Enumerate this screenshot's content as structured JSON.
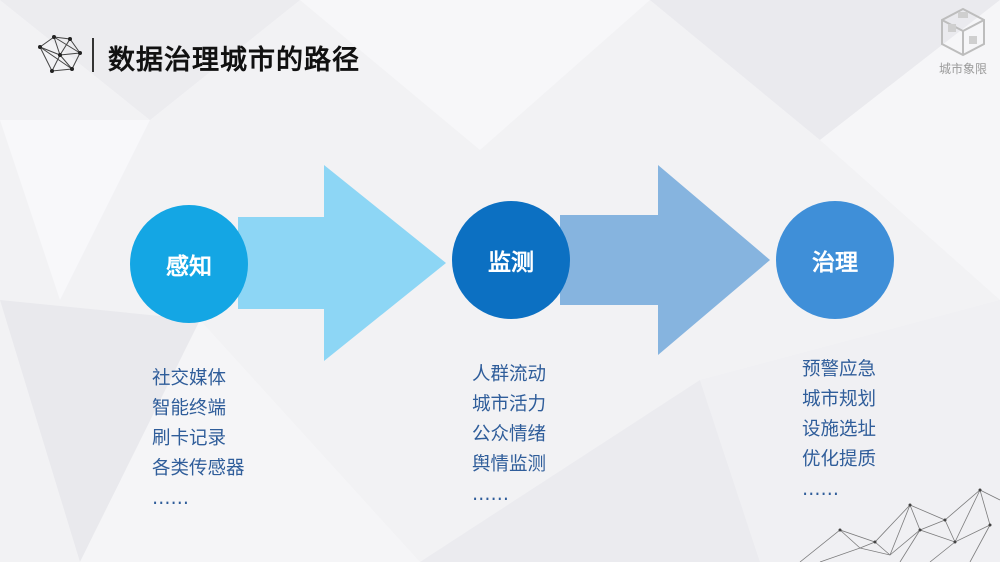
{
  "header": {
    "title": "数据治理城市的路径",
    "icon": "network-icon"
  },
  "logo": {
    "text": "城市象限",
    "icon": "cube-logo-icon"
  },
  "stages": [
    {
      "label": "感知",
      "color": "#14a6e4",
      "items": [
        "社交媒体",
        "智能终端",
        "刷卡记录",
        "各类传感器",
        "……"
      ]
    },
    {
      "label": "监测",
      "color": "#0c70c2",
      "items": [
        "人群流动",
        "城市活力",
        "公众情绪",
        "舆情监测",
        "……"
      ]
    },
    {
      "label": "治理",
      "color": "#3f8fd8",
      "items": [
        "预警应急",
        "城市规划",
        "设施选址",
        "优化提质",
        "……"
      ]
    }
  ],
  "arrows": [
    {
      "color": "#8dd6f5",
      "icon": "right-arrow-icon"
    },
    {
      "color": "#86b4df",
      "icon": "right-arrow-icon"
    }
  ]
}
